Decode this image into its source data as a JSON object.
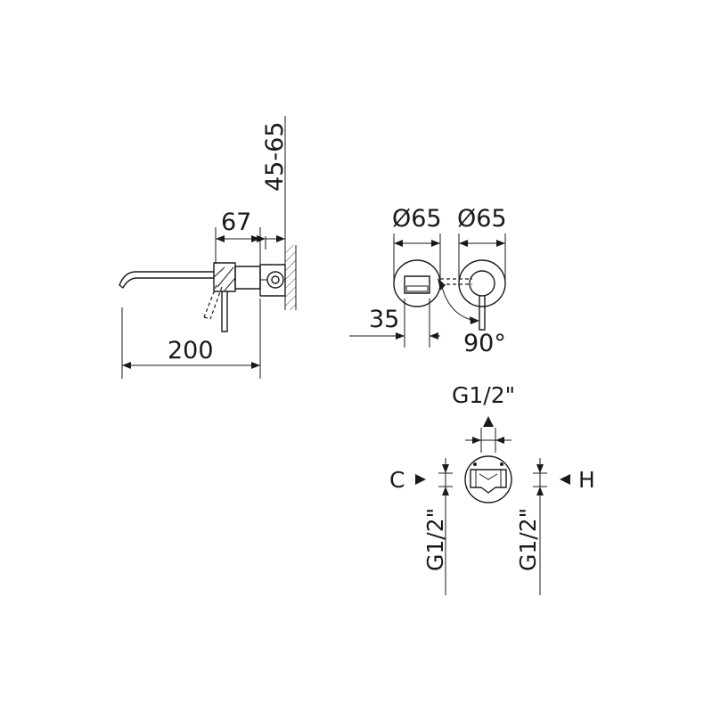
{
  "side_view": {
    "dim_wall_depth": "45-65",
    "dim_body_depth": "67",
    "dim_spout_length": "200"
  },
  "front_view": {
    "dim_left_diameter": "Ø65",
    "dim_right_diameter": "Ø65",
    "dim_offset": "35",
    "dim_rotation": "90°"
  },
  "connection_view": {
    "label_top_thread": "G1/2\"",
    "label_cold": "C",
    "label_hot": "H",
    "label_left_thread": "G1/2\"",
    "label_right_thread": "G1/2\""
  },
  "icons": [
    "hatched-wall",
    "dimension-arrows",
    "rotation-arc-arrow",
    "connection-arrow"
  ]
}
